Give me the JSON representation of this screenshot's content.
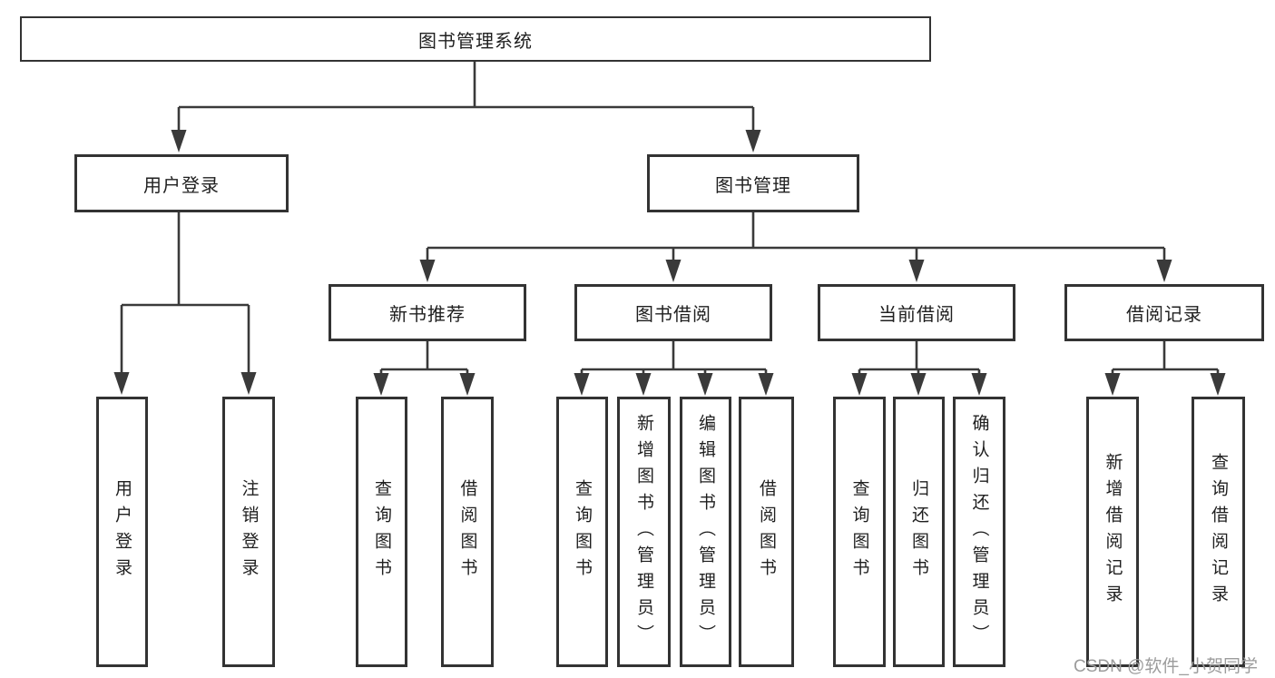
{
  "diagram": {
    "root": {
      "label": "图书管理系统"
    },
    "level2": {
      "user_login": {
        "label": "用户登录"
      },
      "book_management": {
        "label": "图书管理"
      }
    },
    "level3": {
      "new_book_recommend": {
        "label": "新书推荐"
      },
      "book_borrow": {
        "label": "图书借阅"
      },
      "current_borrow": {
        "label": "当前借阅"
      },
      "borrow_record": {
        "label": "借阅记录"
      }
    },
    "leaves": {
      "user_login": [
        "用户登录",
        "注销登录"
      ],
      "new_book_recommend": [
        "查询图书",
        "借阅图书"
      ],
      "book_borrow": [
        "查询图书",
        "新增图书（管理员）",
        "编辑图书（管理员）",
        "借阅图书"
      ],
      "current_borrow": [
        "查询图书",
        "归还图书",
        "确认归还（管理员）"
      ],
      "borrow_record": [
        "新增借阅记录",
        "查询借阅记录"
      ]
    }
  },
  "watermark": {
    "text": "CSDN @软件_小贺同学"
  },
  "colors": {
    "line": "#3a3a3a",
    "box_border": "#333333",
    "box_fill": "#ffffff",
    "text": "#1f1f1f",
    "watermark": "#9c9c9c"
  }
}
